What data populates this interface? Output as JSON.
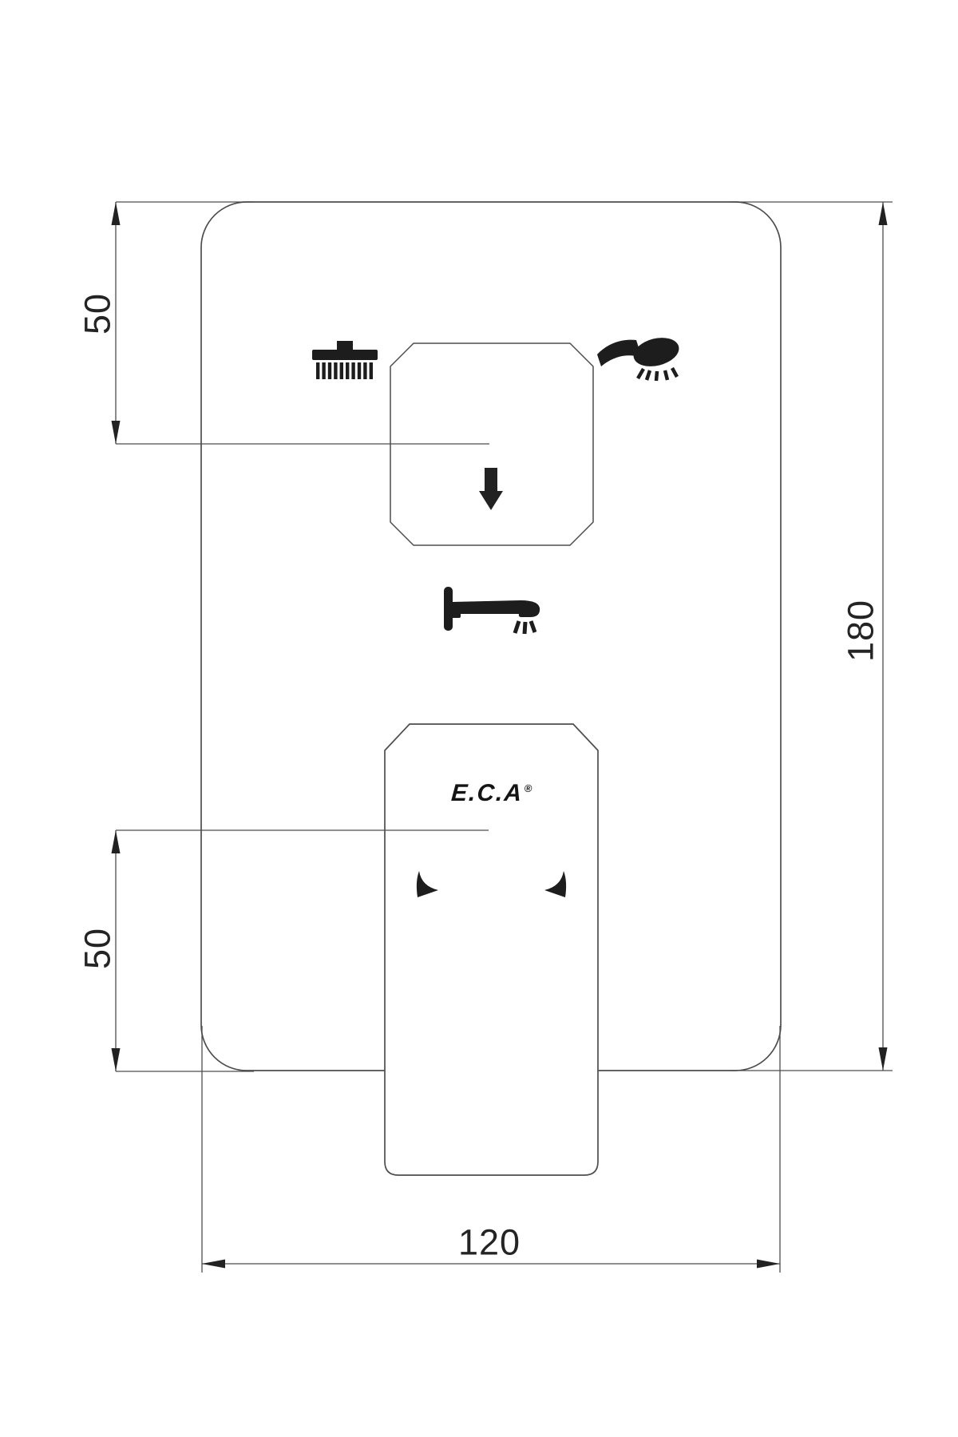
{
  "drawing": {
    "type": "technical-dimension-drawing",
    "subject": "E.C.A concealed shower mixer trim plate with diverter knob and lever handle",
    "units": "mm",
    "dimensions": {
      "top_offset": "50",
      "bottom_offset": "50",
      "plate_width": "120",
      "plate_height": "180"
    },
    "brand": {
      "text": "E.C.A",
      "registered_mark": "®"
    },
    "icons": {
      "rain_shower": "rain-shower-head-icon",
      "hand_shower": "hand-shower-icon",
      "diverter_arrow": "down-arrow-icon",
      "bath_spout": "bath-spout-icon",
      "lever_left": "lever-rotation-left-icon",
      "lever_right": "lever-rotation-right-icon"
    },
    "colors": {
      "line": "#4d4d4d",
      "icon": "#1d1d1d",
      "background": "#ffffff",
      "text": "#242424"
    }
  }
}
